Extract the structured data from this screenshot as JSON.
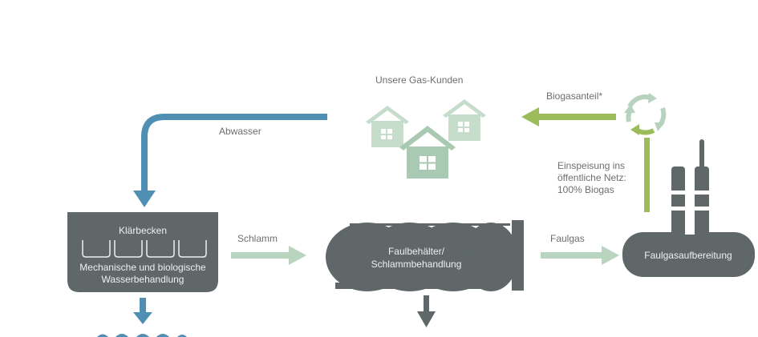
{
  "colors": {
    "water_blue": "#4f8fb3",
    "customer_green": "#a9c9b2",
    "sludge_green": "#b9d5bf",
    "biogas_green": "#9cbc5c",
    "machine_gray": "#5f6769",
    "label_gray": "#6e6e6e",
    "inner_text": "#eef0f0"
  },
  "labels": {
    "customers": "Unsere Gas-Kunden",
    "wastewater": "Abwasser",
    "biogas_share": "Biogasanteil*",
    "feed_in_line1": "Einspeisung ins",
    "feed_in_line2": "öffentliche Netz:",
    "feed_in_line3": "100% Biogas",
    "sludge": "Schlamm",
    "digester_gas": "Faulgas"
  },
  "nodes": {
    "clarifier": {
      "title": "Klärbecken",
      "desc_line1": "Mechanische und biologische",
      "desc_line2": "Wasserbehandlung"
    },
    "digester": {
      "line1": "Faulbehälter/",
      "line2": "Schlammbehandlung"
    },
    "gas_treatment": {
      "label": "Faulgasaufbereitung"
    }
  },
  "icons": {
    "houses": "house-icon",
    "recycle": "recycle-cycle-icon"
  }
}
